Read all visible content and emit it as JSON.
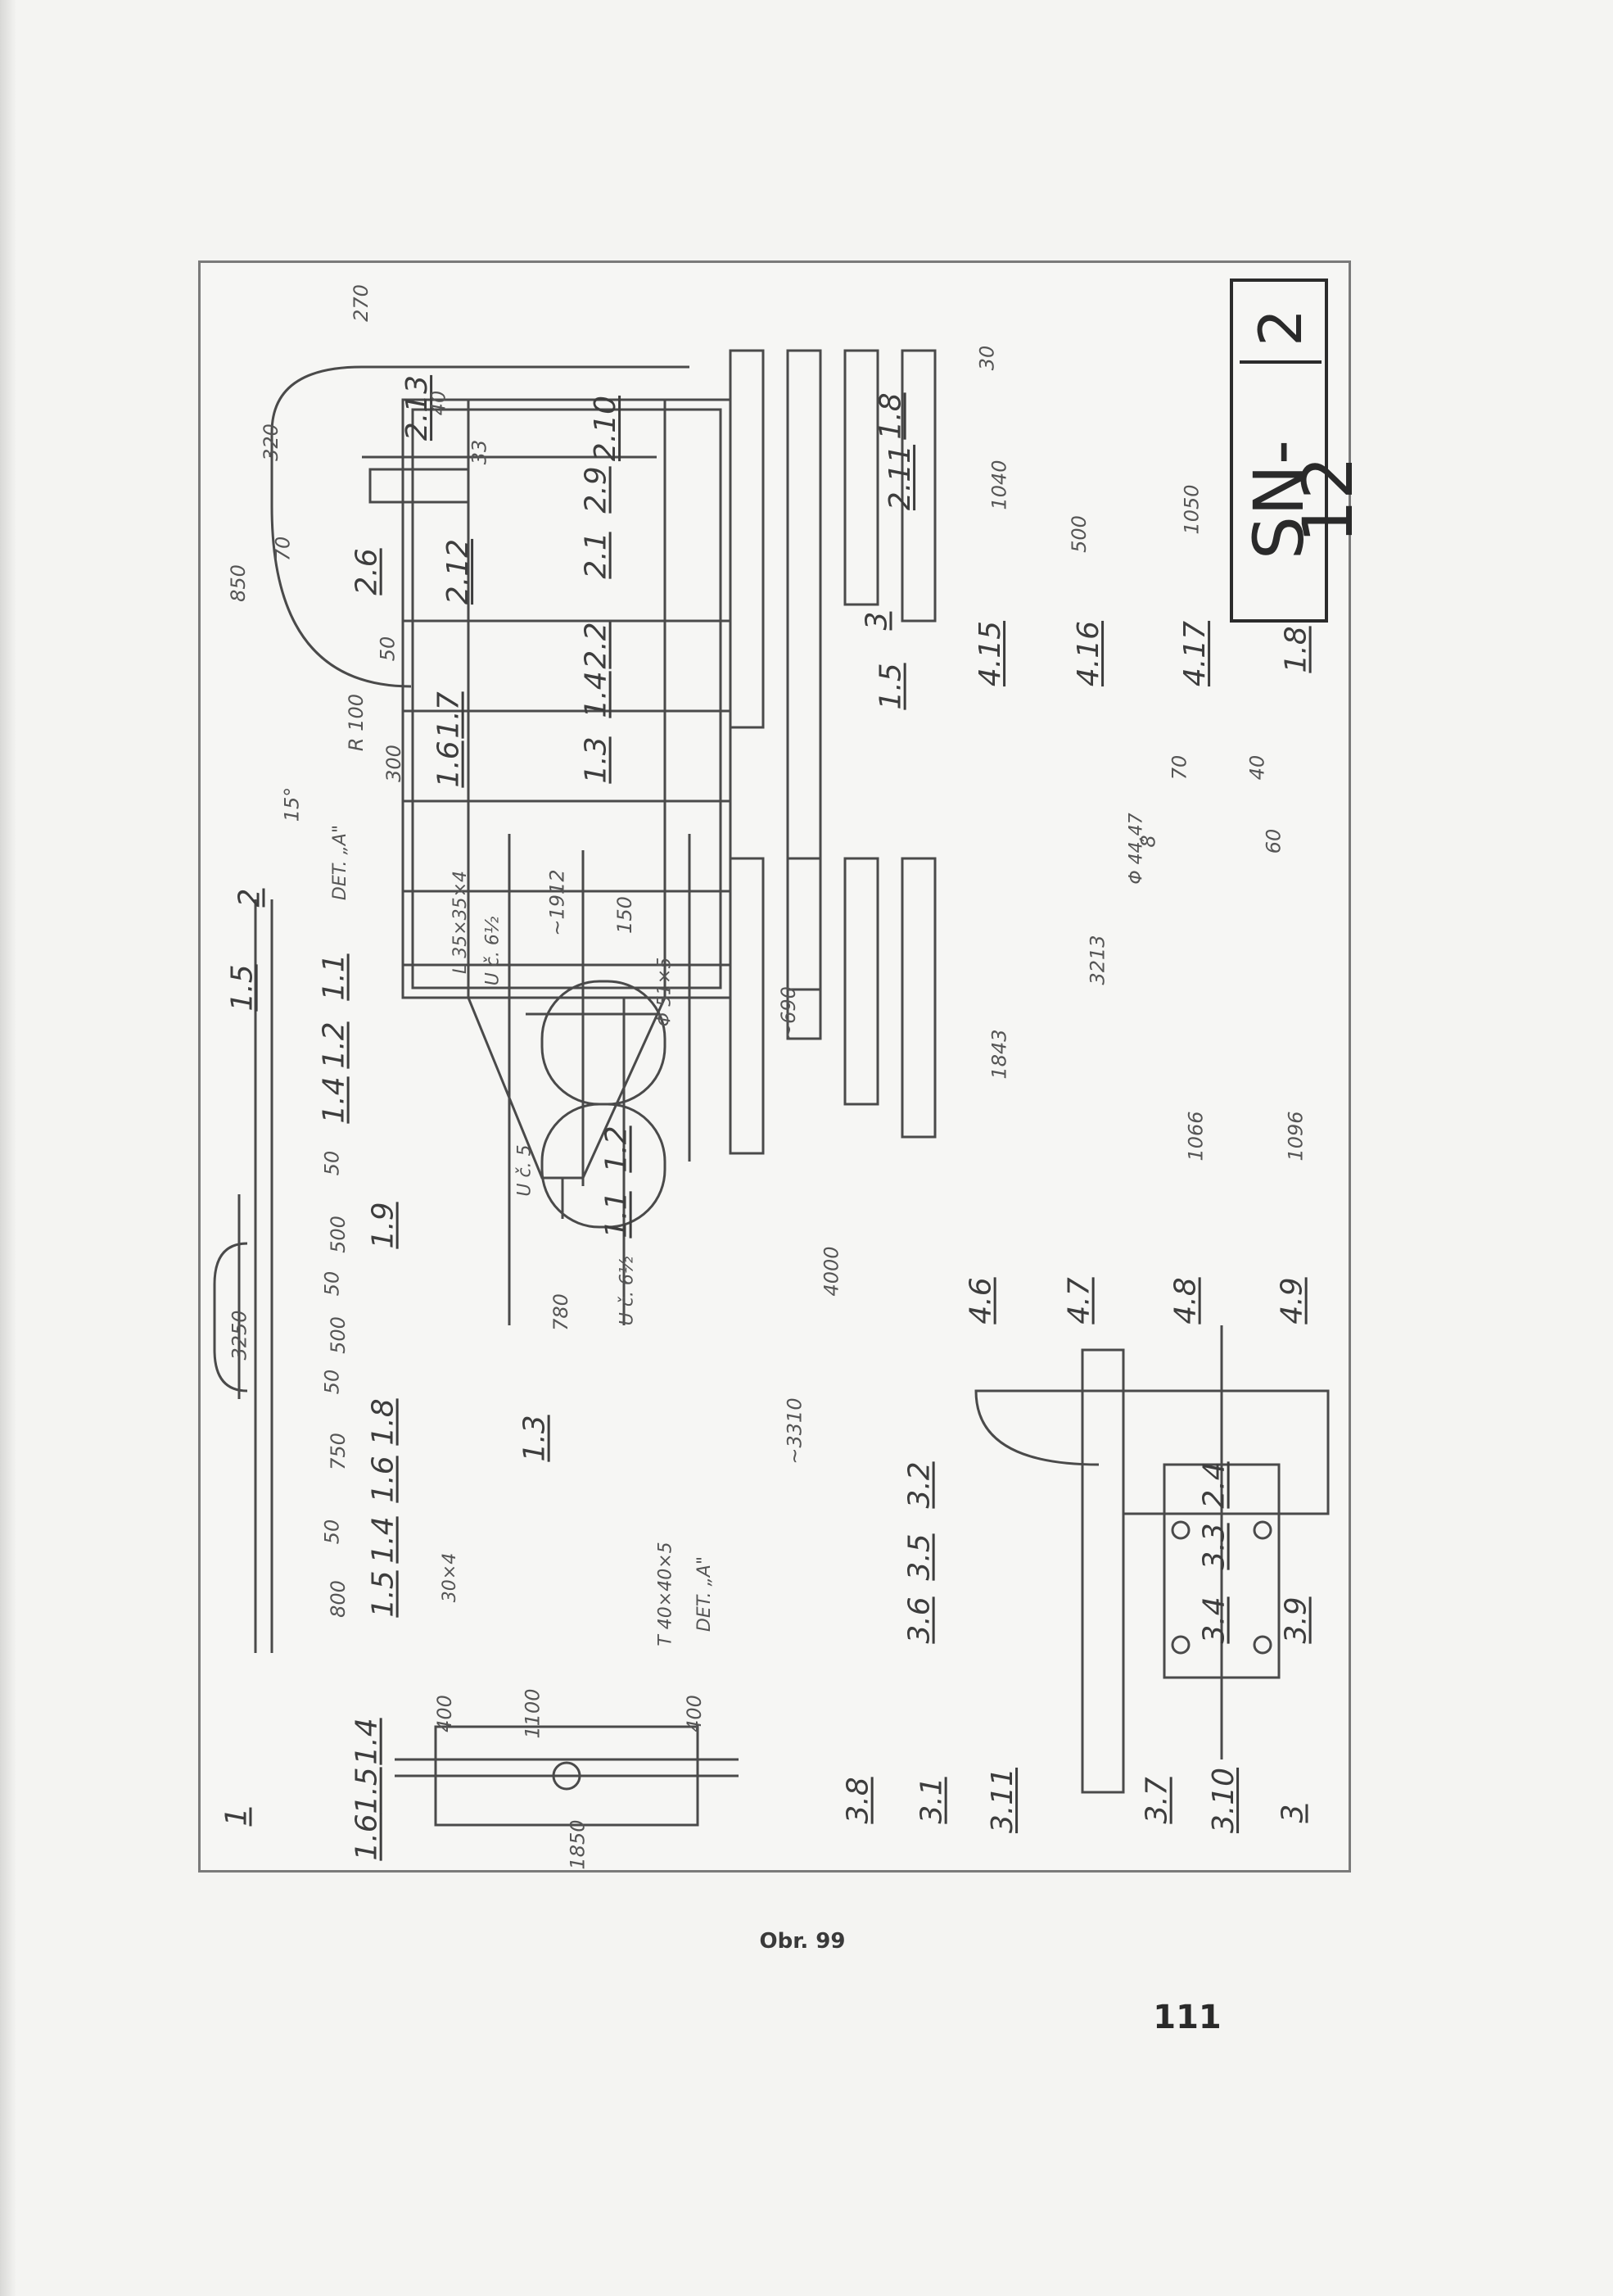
{
  "figure": {
    "title": "SN-12",
    "sheet": "2",
    "caption": "Obr. 99",
    "page_number": "111"
  },
  "view_labels": [
    "1",
    "2",
    "3"
  ],
  "part_labels": {
    "p1_1": "1.1",
    "p1_2": "1.2",
    "p1_3": "1.3",
    "p1_4": "1.4",
    "p1_5": "1.5",
    "p1_6": "1.6",
    "p1_7": "1.7",
    "p1_8": "1.8",
    "p1_9": "1.9",
    "p2_1": "2.1",
    "p2_2": "2.2",
    "p2_4": "2.4",
    "p2_6": "2.6",
    "p2_9": "2.9",
    "p2_10": "2.10",
    "p2_11": "2.11",
    "p2_12": "2.12",
    "p2_13": "2.13",
    "p3_1": "3.1",
    "p3_2": "3.2",
    "p3_3": "3.3",
    "p3_4": "3.4",
    "p3_5": "3.5",
    "p3_6": "3.6",
    "p3_7": "3.7",
    "p3_8": "3.8",
    "p3_9": "3.9",
    "p3_10": "3.10",
    "p3_11": "3.11",
    "p4_6": "4.6",
    "p4_7": "4.7",
    "p4_8": "4.8",
    "p4_9": "4.9",
    "p4_15": "4.15",
    "p4_16": "4.16",
    "p4_17": "4.17"
  },
  "dimensions": {
    "d3250": "3250",
    "d800": "800",
    "d750": "750",
    "d500a": "500",
    "d500b": "500",
    "d50a": "50",
    "d50b": "50",
    "d50c": "50",
    "d50d": "50",
    "d400a": "400",
    "d400b": "400",
    "d1100": "1100",
    "d1850": "1850",
    "d4000": "4000",
    "d3310": "~3310",
    "d690": "~690",
    "d1912": "~1912",
    "d150": "150",
    "d780": "780",
    "d850": "850",
    "d320": "320",
    "d70": "70",
    "d270": "270",
    "d40": "40",
    "d33": "33",
    "d300": "300",
    "d50e": "50",
    "dR100": "R 100",
    "d15deg": "15°",
    "d1843": "1843",
    "d3213": "3213",
    "d1066": "1066",
    "d1096": "1096",
    "d1040": "1040",
    "d500c": "500",
    "d1050": "1050",
    "d30": "30",
    "d60": "60",
    "d8": "8",
    "d70b": "70",
    "d40b": "40"
  },
  "notes": {
    "n_l35": "L 35×35×4",
    "n_u6a": "U č. 6½",
    "n_u6b": "U č. 6½",
    "n_u5": "U č. 5",
    "n_t40": "T 40×40×5",
    "n_30x4": "30×4",
    "n_det_a1": "DET. „A\"",
    "n_det_a2": "DET. „A\"",
    "n_phi51": "Φ 51×5",
    "n_phi44": "Φ 44,47"
  }
}
